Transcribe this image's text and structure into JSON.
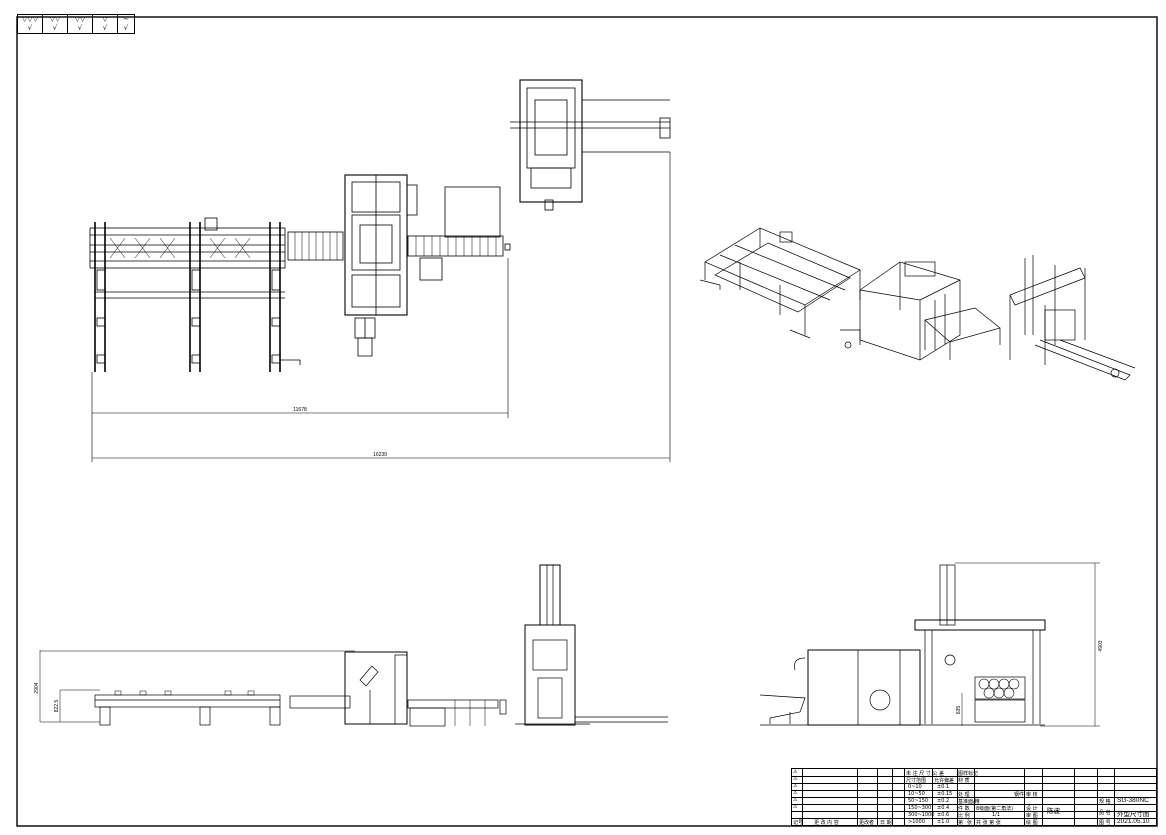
{
  "symbols": [
    {
      "top": "▽▽▽",
      "bottom": "√"
    },
    {
      "top": "▽▽",
      "bottom": "√"
    },
    {
      "top": "▽▽",
      "bottom": "√"
    },
    {
      "top": "▽",
      "bottom": "√"
    },
    {
      "top": "∼",
      "bottom": "√"
    }
  ],
  "dimensions": {
    "top_length_1": "11678",
    "top_length_2": "16239",
    "front_height": "2904",
    "front_sub_height": "822.5",
    "side_height": "4903",
    "side_sub_height": "835"
  },
  "title_block": {
    "tolerance_header": "未 注 尺 寸 公 差",
    "size_range_label": "尺寸范围",
    "tolerance_label": "允许偏差",
    "rows": [
      {
        "range": "0~10",
        "tol": "±0.1"
      },
      {
        "range": "10~50",
        "tol": "±0.15"
      },
      {
        "range": "50~150",
        "tol": "±0.2"
      },
      {
        "range": "150~300",
        "tol": "±0.4"
      },
      {
        "range": "300~1000",
        "tol": "±0.6"
      },
      {
        "range": ">1000",
        "tol": "±1.0"
      }
    ],
    "revision_footer": [
      "记号",
      "更 改 内 容",
      "更改者",
      "日 期"
    ],
    "middle_labels": [
      "图样标记",
      "材 质",
      "处 理",
      "基准面/精",
      "8级面(第二角法)",
      "件 数",
      "比 例",
      "第",
      "张"
    ],
    "material": "钢件",
    "scale": "1/1",
    "page_info": "共  张 第  张",
    "audit_labels": [
      "审 核",
      "设 计",
      "审 图",
      "绘 图"
    ],
    "designer": "陈波",
    "model_label": "规 格",
    "model": "SG-380NC",
    "name_label": "品 名",
    "name": "外型尺寸图",
    "number_label": "图 号",
    "number": "2021.05.10"
  }
}
